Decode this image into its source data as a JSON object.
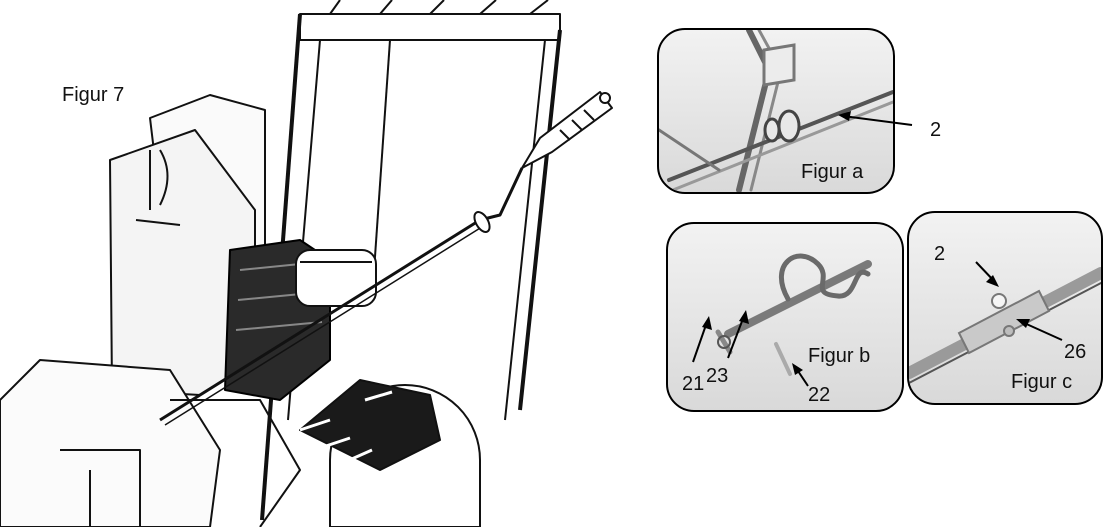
{
  "main_figure": {
    "title": "Figur 7"
  },
  "figure_a": {
    "caption": "Figur a",
    "callout": "2"
  },
  "figure_b": {
    "caption": "Figur b",
    "callouts": [
      "21",
      "23",
      "22"
    ]
  },
  "figure_c": {
    "caption": "Figur c",
    "callouts": [
      "2",
      "26"
    ]
  }
}
